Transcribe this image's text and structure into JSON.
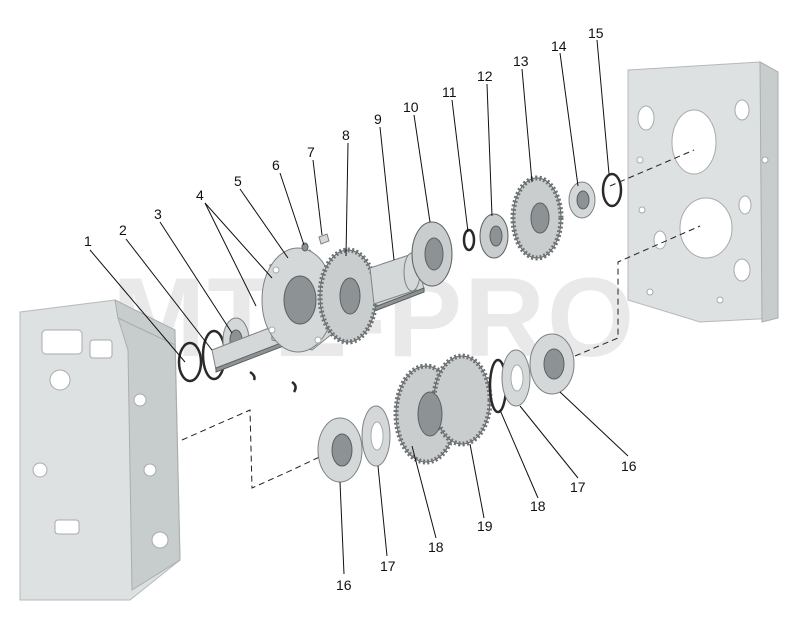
{
  "watermark": "MTZ-PRO",
  "callouts": [
    "1",
    "2",
    "3",
    "4",
    "5",
    "6",
    "7",
    "8",
    "9",
    "10",
    "11",
    "12",
    "13",
    "14",
    "15",
    "16",
    "17",
    "18",
    "19",
    "18",
    "17",
    "16"
  ]
}
